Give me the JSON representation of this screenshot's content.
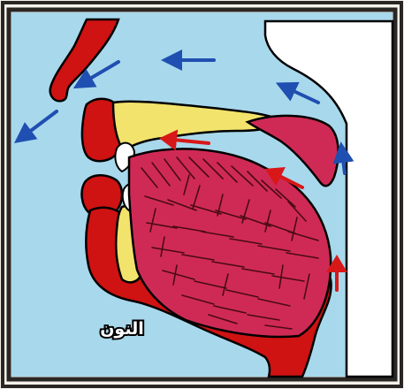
{
  "figure": {
    "label": "النون"
  },
  "colors": {
    "background": "#a8d8ec",
    "frame": "#2a2624",
    "outer_bg": "#f6f2ea",
    "tissue_red": "#cf1212",
    "tongue": "#cf2a55",
    "tongue_lines": "#4a0a16",
    "bone_yellow": "#f2e36c",
    "teeth": "#ffffff",
    "arrow_blue": "#1f4fb0",
    "arrow_red": "#d81818",
    "outline": "#000000",
    "label": "#ffffff",
    "label_outline": "#000000"
  },
  "airflow": {
    "nasal_arrows": "blue",
    "oral_arrows": "red"
  }
}
